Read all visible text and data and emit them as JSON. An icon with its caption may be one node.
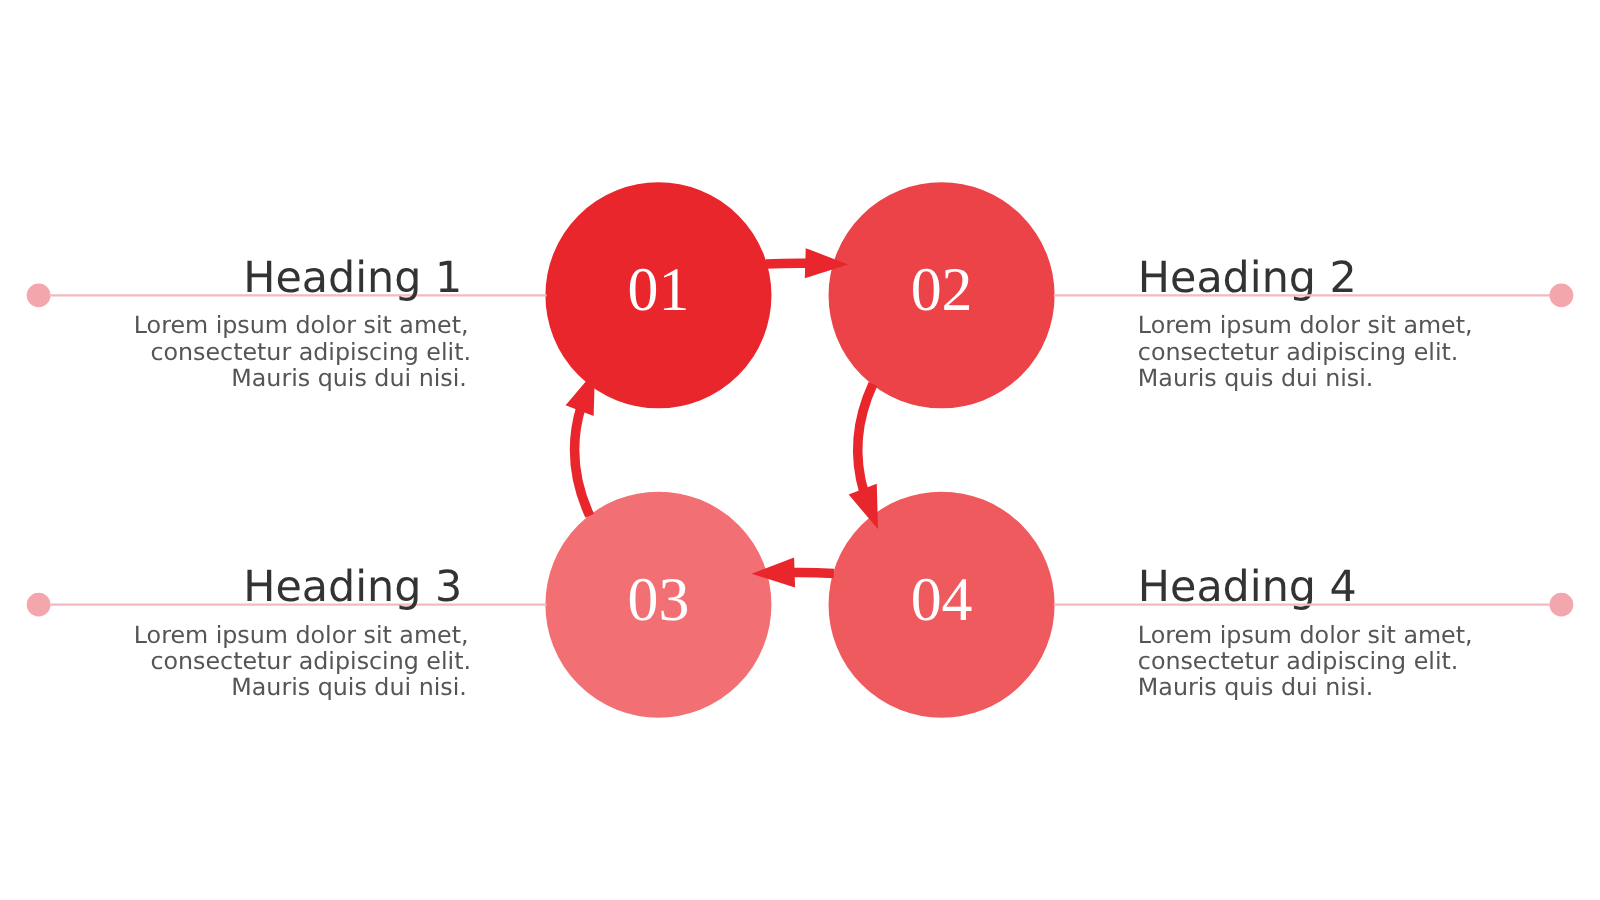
{
  "diagram": {
    "nodes": [
      {
        "text": [
          "01"
        ]
      },
      {
        "text": [
          "02"
        ]
      },
      {
        "text": [
          "03"
        ]
      },
      {
        "text": [
          "04"
        ]
      },
      {
        "text": [
          "Heading 1",
          "Lorem ipsum dolor sit amet, consectetur adipiscing elit. Mauris quis dui nisi."
        ]
      },
      {
        "text": [
          "Heading 2",
          "Lorem ipsum dolor sit amet, consectetur adipiscing elit. Mauris quis dui nisi."
        ]
      },
      {
        "text": [
          "Heading 3",
          "Lorem ipsum dolor sit amet, consectetur adipiscing elit. Mauris quis dui nisi."
        ]
      },
      {
        "text": [
          "Heading 4",
          "Lorem ipsum dolor sit amet, consectetur adipiscing elit. Mauris quis dui nisi."
        ]
      },
      {
        "text": [],
        "shape": "circle"
      },
      {
        "text": [],
        "shape": "circle"
      },
      {
        "text": [],
        "shape": "circle"
      },
      {
        "text": [],
        "shape": "circle"
      }
    ],
    "edges": [
      {
        "from": 0,
        "to": 1,
        "arrow": "to",
        "style": "thick"
      },
      {
        "from": 1,
        "to": 3,
        "arrow": "to",
        "style": "thick"
      },
      {
        "from": 3,
        "to": 2,
        "arrow": "to",
        "style": "thick"
      },
      {
        "from": 2,
        "to": 0,
        "arrow": "to",
        "style": "thick"
      },
      {
        "from": 0,
        "to": 8,
        "arrow": "none",
        "color": "#f4b8bf"
      },
      {
        "from": 1,
        "to": 9,
        "arrow": "none",
        "color": "#f4b8bf"
      },
      {
        "from": 2,
        "to": 10,
        "arrow": "none",
        "color": "#f4b8bf"
      },
      {
        "from": 3,
        "to": 11,
        "arrow": "none",
        "color": "#f4b8bf"
      }
    ]
  }
}
